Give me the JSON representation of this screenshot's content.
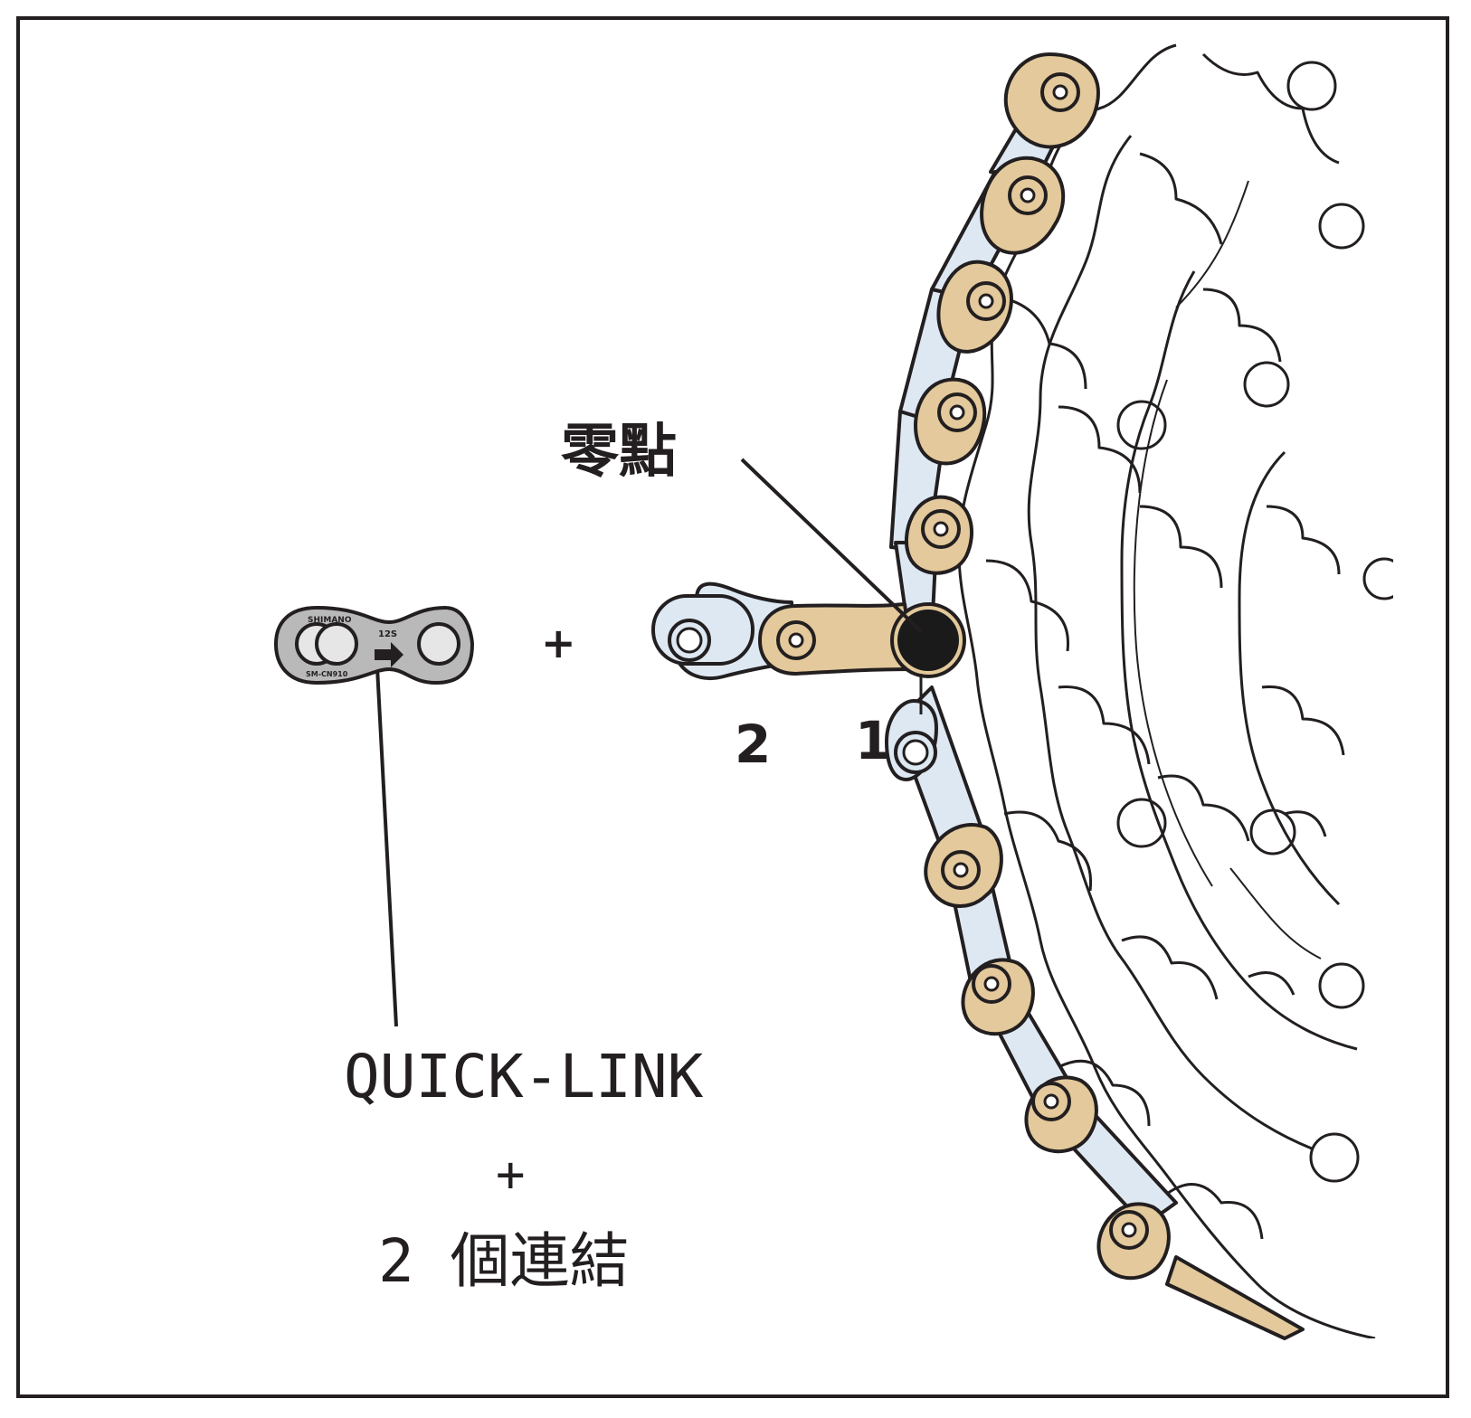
{
  "diagram": {
    "zero_point_label": "零點",
    "quick_link_label": "QUICK-LINK",
    "plus_between": "+",
    "plus_under_label": "+",
    "two_links_label": "2 個連結",
    "link_number_1": "1",
    "link_number_2": "2",
    "quick_link_markings": {
      "brand": "SHIMANO",
      "speed": "12S",
      "model": "SM-CN910"
    }
  },
  "colors": {
    "outline": "#231f20",
    "inner_plate_gold": "#e3c99b",
    "outer_plate_blue": "#dde8f2",
    "quick_link_gray": "#b9b9b9",
    "zero_point_fill": "#1b1a1a",
    "cog_fill": "#ffffff"
  },
  "icons": {
    "chain": "chain-illustration",
    "cassette": "cassette-illustration",
    "quick_link": "quick-link-illustration",
    "arrow": "direction-arrow-icon"
  }
}
